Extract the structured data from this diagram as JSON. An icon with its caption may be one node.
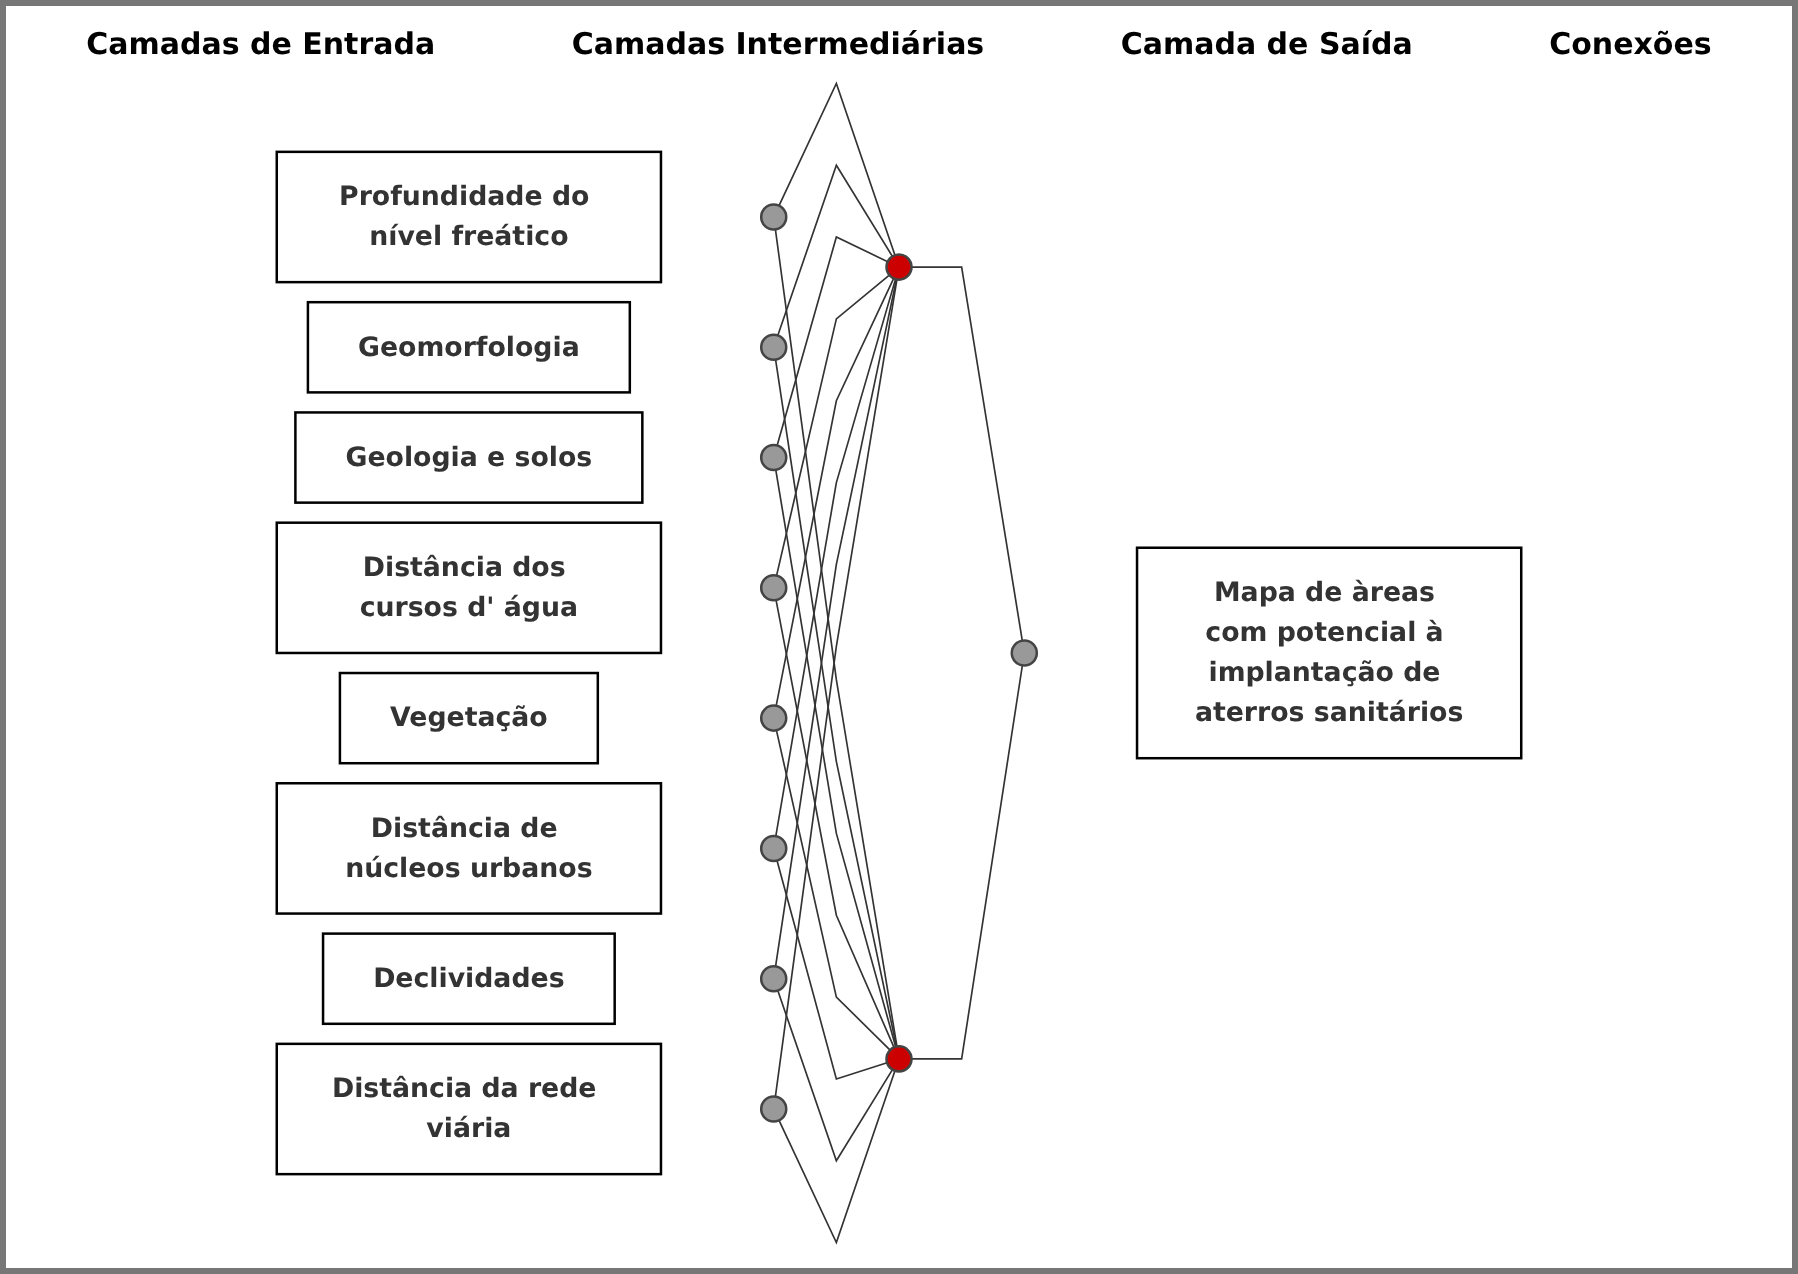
{
  "diagram": {
    "nodes": [
      {
        "text": [
          "Profundidade do nível freático"
        ]
      },
      {
        "text": [
          "Geomorfologia"
        ]
      },
      {
        "text": [
          "Geologia e solos"
        ]
      },
      {
        "text": [
          "Distância dos cursos d' água"
        ]
      },
      {
        "text": [
          "Vegetação"
        ]
      },
      {
        "text": [
          "Distância de núcleos urbanos"
        ]
      },
      {
        "text": [
          "Declividades"
        ]
      },
      {
        "text": [
          "Distância da rede viária"
        ]
      },
      {
        "text": [],
        "shape": "circle"
      },
      {
        "text": [],
        "shape": "circle"
      },
      {
        "text": [],
        "shape": "circle"
      },
      {
        "text": [],
        "shape": "circle"
      },
      {
        "text": [],
        "shape": "circle"
      },
      {
        "text": [],
        "shape": "circle"
      },
      {
        "text": [],
        "shape": "circle"
      },
      {
        "text": [],
        "shape": "circle"
      },
      {
        "text": [],
        "shape": "circle"
      },
      {
        "text": [],
        "shape": "circle"
      },
      {
        "text": [],
        "shape": "circle"
      },
      {
        "text": [
          "Mapa de àreas com potencial à implantação de aterros sanitários"
        ]
      }
    ],
    "edges": [
      {
        "from": 8,
        "to": 16,
        "arrow": "none"
      },
      {
        "from": 8,
        "to": 17,
        "arrow": "none"
      },
      {
        "from": 9,
        "to": 16,
        "arrow": "none"
      },
      {
        "from": 9,
        "to": 17,
        "arrow": "none"
      },
      {
        "from": 10,
        "to": 16,
        "arrow": "none"
      },
      {
        "from": 10,
        "to": 17,
        "arrow": "none"
      },
      {
        "from": 11,
        "to": 16,
        "arrow": "none"
      },
      {
        "from": 11,
        "to": 17,
        "arrow": "none"
      },
      {
        "from": 12,
        "to": 16,
        "arrow": "none"
      },
      {
        "from": 12,
        "to": 17,
        "arrow": "none"
      },
      {
        "from": 13,
        "to": 16,
        "arrow": "none"
      },
      {
        "from": 13,
        "to": 17,
        "arrow": "none"
      },
      {
        "from": 14,
        "to": 16,
        "arrow": "none"
      },
      {
        "from": 14,
        "to": 17,
        "arrow": "none"
      },
      {
        "from": 15,
        "to": 16,
        "arrow": "none"
      },
      {
        "from": 15,
        "to": 17,
        "arrow": "none"
      },
      {
        "from": 16,
        "to": 18,
        "arrow": "none"
      },
      {
        "from": 17,
        "to": 18,
        "arrow": "none"
      }
    ],
    "labels": [
      "Camadas de Entrada",
      "Camadas Intermediárias",
      "Camada de Saída",
      "Conexões"
    ]
  }
}
